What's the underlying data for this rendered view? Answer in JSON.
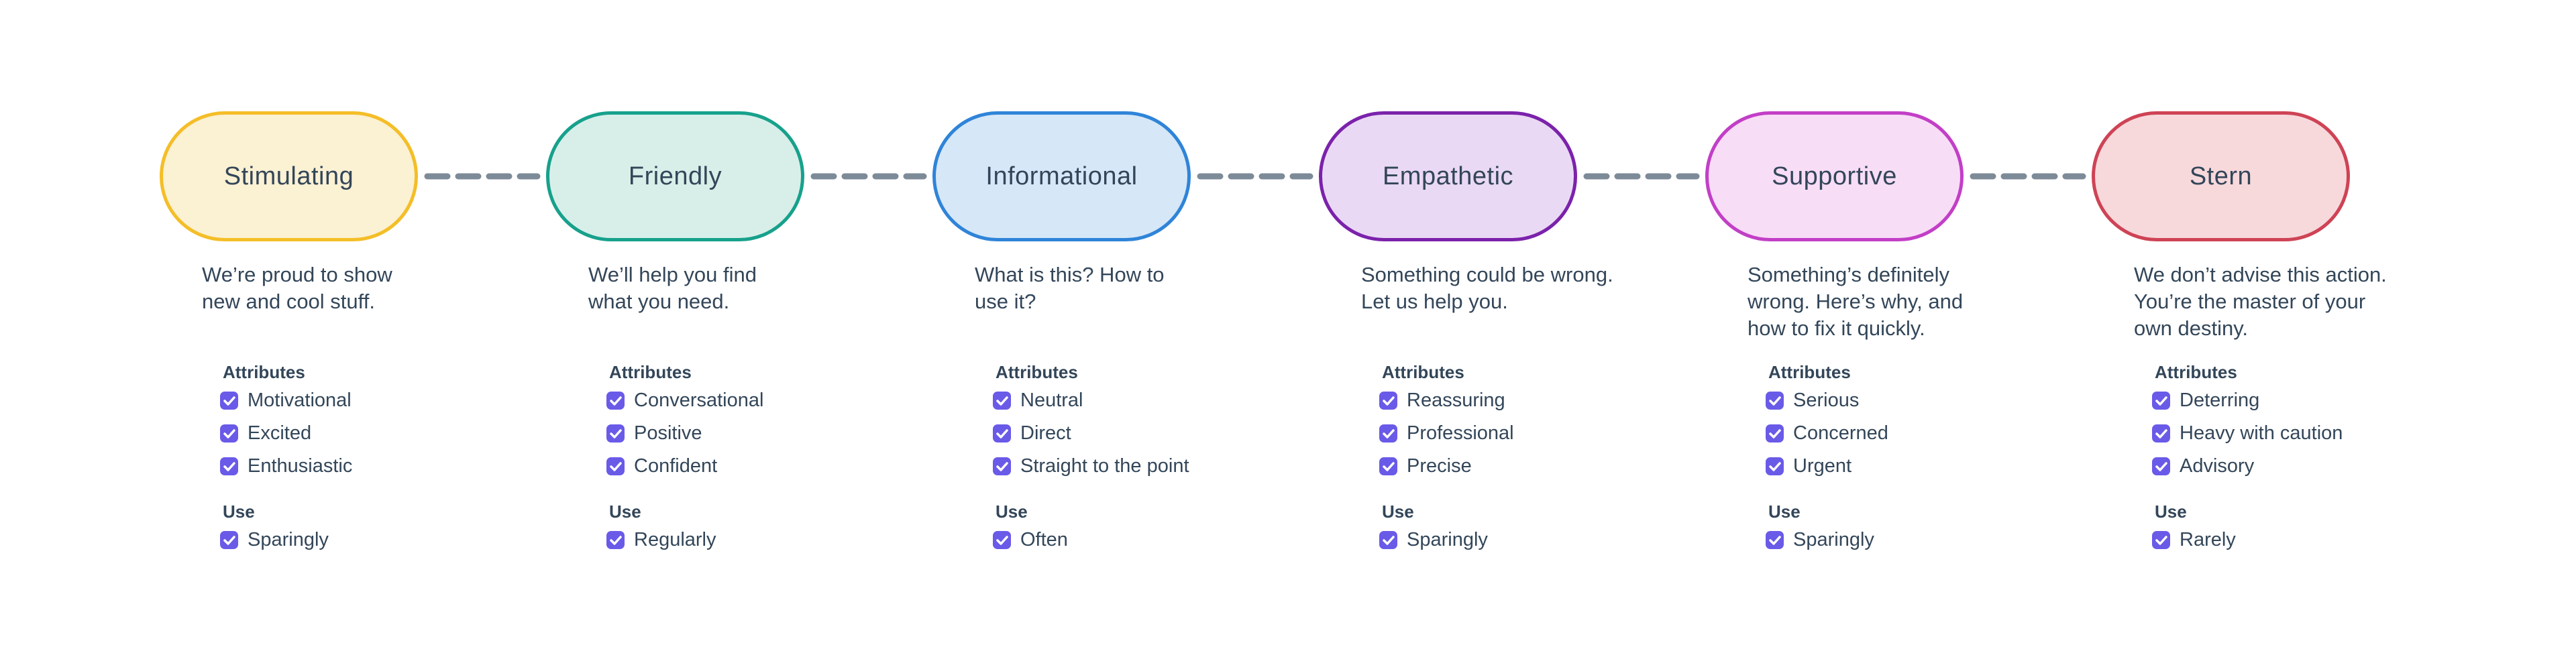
{
  "theme": {
    "background": "#FFFFFF",
    "text_color": "#334659",
    "connector_color": "#7D8A97",
    "checkbox_color": "#6A5AE8",
    "checkmark_color": "#FFFFFF"
  },
  "section_labels": {
    "attributes": "Attributes",
    "use": "Use"
  },
  "nodes": [
    {
      "title": "Stimulating",
      "description": "We’re proud to show\nnew and cool stuff.",
      "colors": {
        "border": "#F4BE28",
        "fill": "#FBF1D3"
      },
      "attributes": [
        {
          "label": "Motivational",
          "checked": true
        },
        {
          "label": "Excited",
          "checked": true
        },
        {
          "label": "Enthusiastic",
          "checked": true
        }
      ],
      "use": [
        {
          "label": "Sparingly",
          "checked": true
        }
      ]
    },
    {
      "title": "Friendly",
      "description": "We’ll help you find\nwhat you need.",
      "colors": {
        "border": "#17A18C",
        "fill": "#D8EFE9"
      },
      "attributes": [
        {
          "label": "Conversational",
          "checked": true
        },
        {
          "label": "Positive",
          "checked": true
        },
        {
          "label": "Confident",
          "checked": true
        }
      ],
      "use": [
        {
          "label": "Regularly",
          "checked": true
        }
      ]
    },
    {
      "title": "Informational",
      "description": "What is this? How to\nuse it?",
      "colors": {
        "border": "#2F84D8",
        "fill": "#D6E7F7"
      },
      "attributes": [
        {
          "label": "Neutral",
          "checked": true
        },
        {
          "label": "Direct",
          "checked": true
        },
        {
          "label": "Straight to the point",
          "checked": true
        }
      ],
      "use": [
        {
          "label": "Often",
          "checked": true
        }
      ]
    },
    {
      "title": "Empathetic",
      "description": "Something could be wrong.\nLet us help you.",
      "colors": {
        "border": "#7B22AB",
        "fill": "#EAD9F4"
      },
      "attributes": [
        {
          "label": "Reassuring",
          "checked": true
        },
        {
          "label": "Professional",
          "checked": true
        },
        {
          "label": "Precise",
          "checked": true
        }
      ],
      "use": [
        {
          "label": "Sparingly",
          "checked": true
        }
      ]
    },
    {
      "title": "Supportive",
      "description": "Something’s definitely\nwrong. Here’s why, and\nhow to fix it quickly.",
      "colors": {
        "border": "#C23FC6",
        "fill": "#F8DDF7"
      },
      "attributes": [
        {
          "label": "Serious",
          "checked": true
        },
        {
          "label": "Concerned",
          "checked": true
        },
        {
          "label": "Urgent",
          "checked": true
        }
      ],
      "use": [
        {
          "label": "Sparingly",
          "checked": true
        }
      ]
    },
    {
      "title": "Stern",
      "description": "We don’t advise this action.\nYou’re the master of your\nown destiny.",
      "colors": {
        "border": "#CE4355",
        "fill": "#F7D9DC"
      },
      "attributes": [
        {
          "label": "Deterring",
          "checked": true
        },
        {
          "label": "Heavy with caution",
          "checked": true
        },
        {
          "label": "Advisory",
          "checked": true
        }
      ],
      "use": [
        {
          "label": "Rarely",
          "checked": true
        }
      ]
    }
  ]
}
